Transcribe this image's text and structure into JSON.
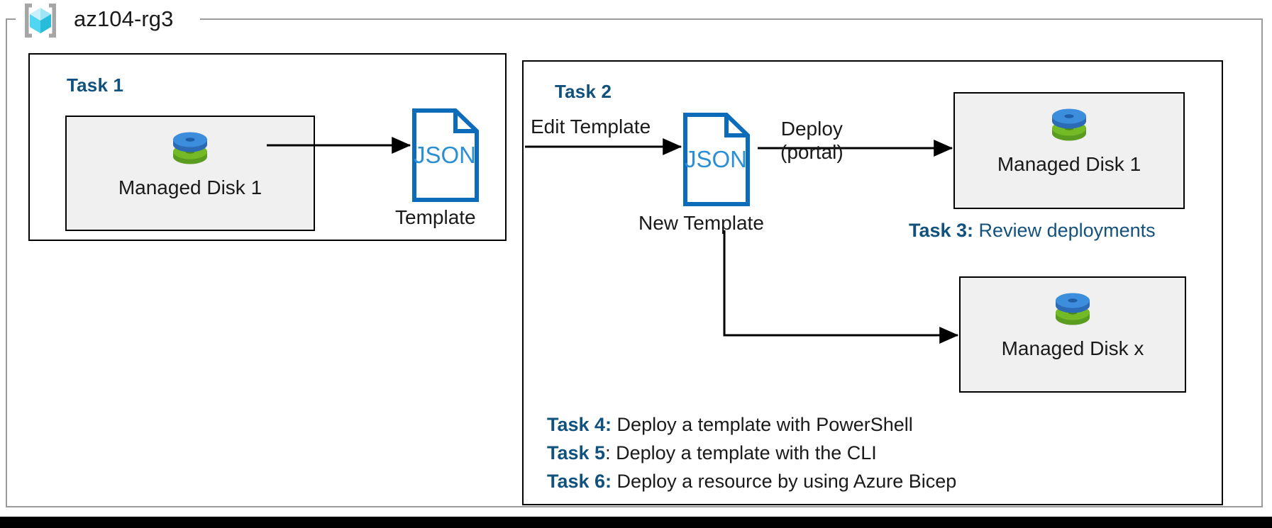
{
  "diagram": {
    "resource_group": {
      "icon": "azure-resource-group-icon",
      "name": "az104-rg3"
    },
    "task1": {
      "heading": "Task 1",
      "disk": {
        "icon": "managed-disk-icon",
        "label": "Managed Disk 1"
      },
      "template_doc": {
        "icon": "json-file-icon",
        "doc_text": "JSON",
        "caption": "Template"
      }
    },
    "task2": {
      "heading": "Task 2",
      "edit_arrow_label": "Edit Template",
      "template_doc": {
        "icon": "json-file-icon",
        "doc_text": "JSON",
        "caption": "New Template"
      },
      "deploy_arrow_label_line1": "Deploy",
      "deploy_arrow_label_line2": "(portal)",
      "disk_primary": {
        "icon": "managed-disk-icon",
        "label": "Managed Disk 1"
      },
      "disk_secondary": {
        "icon": "managed-disk-icon",
        "label": "Managed Disk x"
      }
    },
    "notes": [
      {
        "tag": "Task 3:",
        "text": " Review deployments"
      },
      {
        "tag": "Task 4:",
        "text": " Deploy a template with PowerShell"
      },
      {
        "tag": "Task 5",
        "text": ": Deploy a template with the CLI"
      },
      {
        "tag": "Task 6:",
        "text": " Deploy a resource by using Azure Bicep"
      }
    ],
    "colors": {
      "accent_blue": "#11517e",
      "link_blue": "#13517e",
      "json_blue": "#0d6cb9",
      "card_fill": "#f0f0f0",
      "frame_gray": "#9a9a9a",
      "disk_blue": "#3d8ddd",
      "disk_green": "#73ba26",
      "stroke_black": "#000000"
    }
  }
}
